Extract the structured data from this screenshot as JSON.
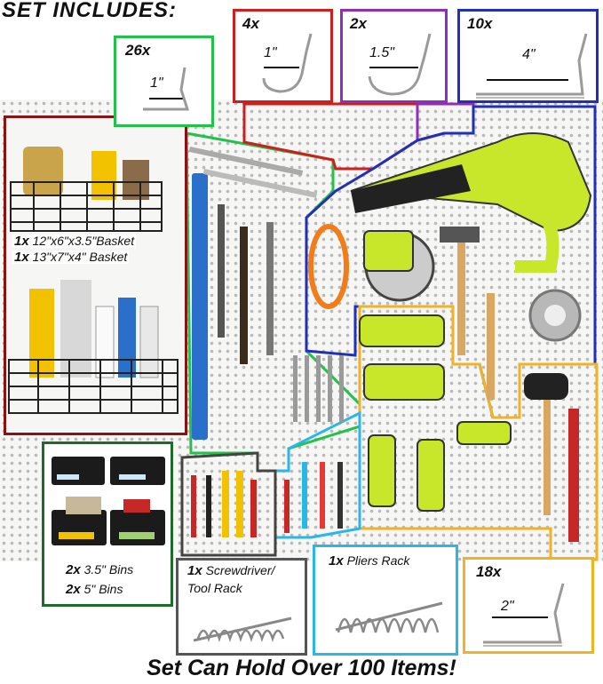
{
  "header": {
    "title": "SET INCLUDES:"
  },
  "hooks": [
    {
      "qty": "26x",
      "size": "1\"",
      "color": "#22c24a"
    },
    {
      "qty": "4x",
      "size": "1\"",
      "color": "#cc1f1f"
    },
    {
      "qty": "2x",
      "size": "1.5\"",
      "color": "#8e2fb8"
    },
    {
      "qty": "10x",
      "size": "4\"",
      "color": "#2230b5"
    },
    {
      "qty": "18x",
      "size": "2\"",
      "color": "#f0b323"
    }
  ],
  "baskets": {
    "line1_qty": "1x",
    "line1_text": "12\"x6\"x3.5\"Basket",
    "line2_qty": "1x",
    "line2_text": "13\"x7\"x4\" Basket",
    "color": "#8a1414"
  },
  "bins": {
    "line1_qty": "2x",
    "line1_text": "3.5\" Bins",
    "line2_qty": "2x",
    "line2_text": "5\" Bins",
    "color": "#1f6b2a"
  },
  "screwdriver_rack": {
    "qty": "1x",
    "line1": "Screwdriver/",
    "line2": "Tool Rack",
    "color": "#555555"
  },
  "pliers_rack": {
    "qty": "1x",
    "text": "Pliers Rack",
    "color": "#29b6e8"
  },
  "footer": {
    "tagline": "Set Can Hold Over 100 Items!"
  },
  "colors": {
    "tool_green": "#c8e62a",
    "tool_dark": "#2b2b2b",
    "orange": "#f07c1a",
    "blue_level": "#2a6fc9"
  }
}
